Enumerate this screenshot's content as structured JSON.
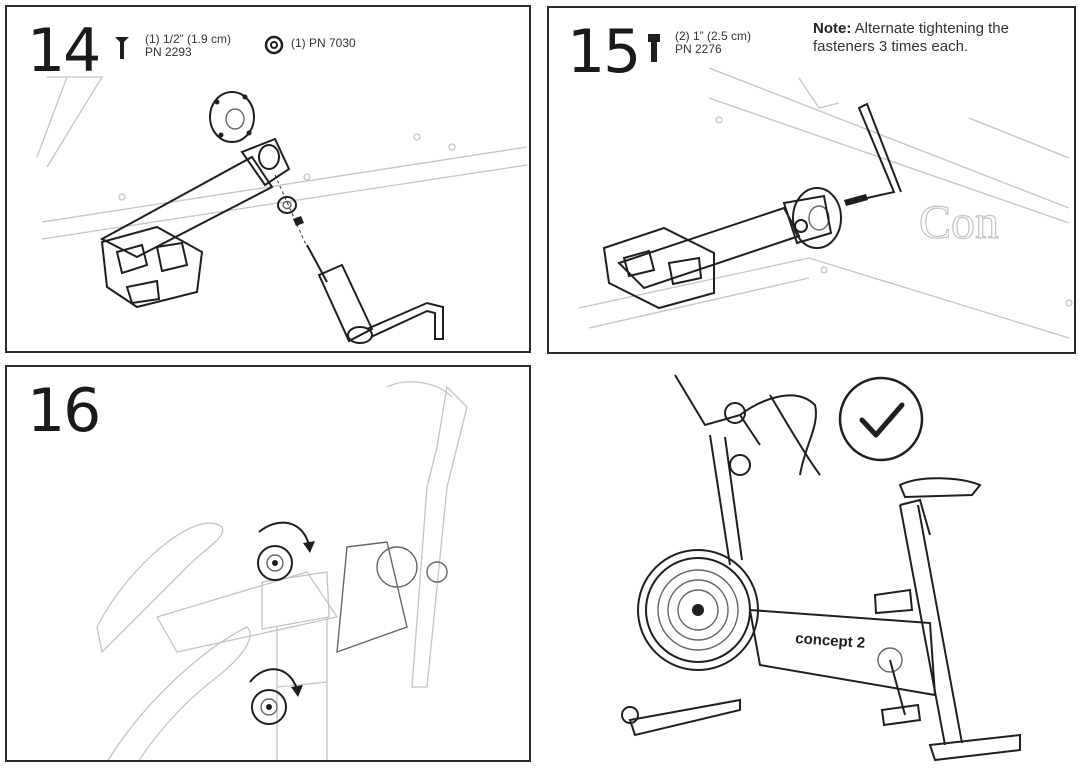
{
  "steps": [
    {
      "number": "14",
      "parts": [
        {
          "icon": "flat-head-screw-icon",
          "line1": "(1) 1/2” (1.9 cm)",
          "line2": "PN 2293"
        },
        {
          "icon": "washer-icon",
          "line1": "(1) PN 7030",
          "line2": ""
        }
      ]
    },
    {
      "number": "15",
      "parts": [
        {
          "icon": "hex-bolt-icon",
          "line1": "(2) 1” (2.5 cm)",
          "line2": "PN 2276"
        }
      ],
      "note_label": "Note:",
      "note_text": " Alternate tightening the fasteners 3 times each."
    },
    {
      "number": "16"
    }
  ],
  "final_illustration": {
    "frame_brand": "concept 2",
    "badge": "checkmark-icon"
  },
  "colors": {
    "line_dark": "#1f1f1f",
    "line_light": "#c4c4c4",
    "border": "#2a2a2a"
  }
}
